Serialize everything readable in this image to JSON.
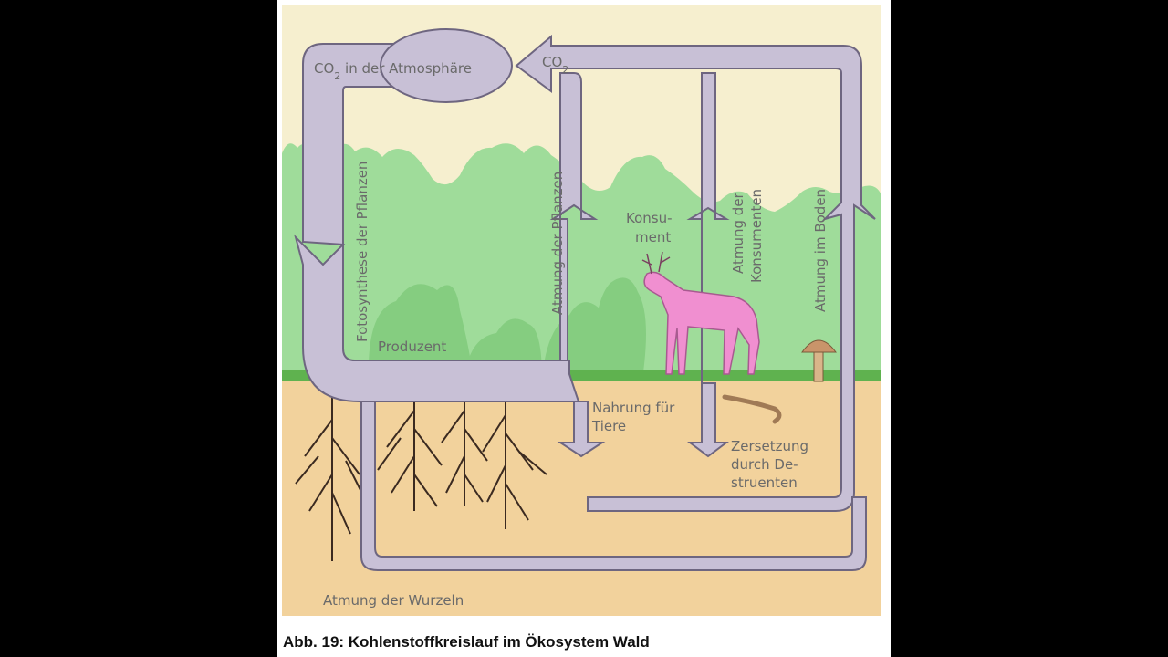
{
  "diagram": {
    "labels": {
      "co2_atmosphere_prefix": "CO",
      "co2_atmosphere_sub": "2",
      "co2_atmosphere_suffix": " in der Atmosphäre",
      "co2_arrow_prefix": "CO",
      "co2_arrow_sub": "2",
      "photosynthesis": "Fotosynthese der Pflanzen",
      "plant_respiration": "Atmung der Pflanzen",
      "consumer_line1": "Konsu-",
      "consumer_line2": "ment",
      "consumer_respiration_line1": "Atmung der",
      "consumer_respiration_line2": "Konsumenten",
      "soil_respiration": "Atmung im Boden",
      "producer": "Produzent",
      "food_line1": "Nahrung für",
      "food_line2": "Tiere",
      "decomposition_line1": "Zersetzung",
      "decomposition_line2": "durch De-",
      "decomposition_line3": "struenten",
      "root_respiration": "Atmung der Wurzeln"
    },
    "colors": {
      "background": "#f6efcf",
      "forest": "#9fdc9a",
      "forest_dark": "#7fca7c",
      "soil": "#f2d29c",
      "arrow_fill": "#c8c0d6",
      "arrow_stroke": "#6e6680",
      "deer": "#f08fd0",
      "root": "#3b2a20"
    }
  },
  "caption": "Abb. 19: Kohlenstoffkreislauf im Ökosystem Wald"
}
